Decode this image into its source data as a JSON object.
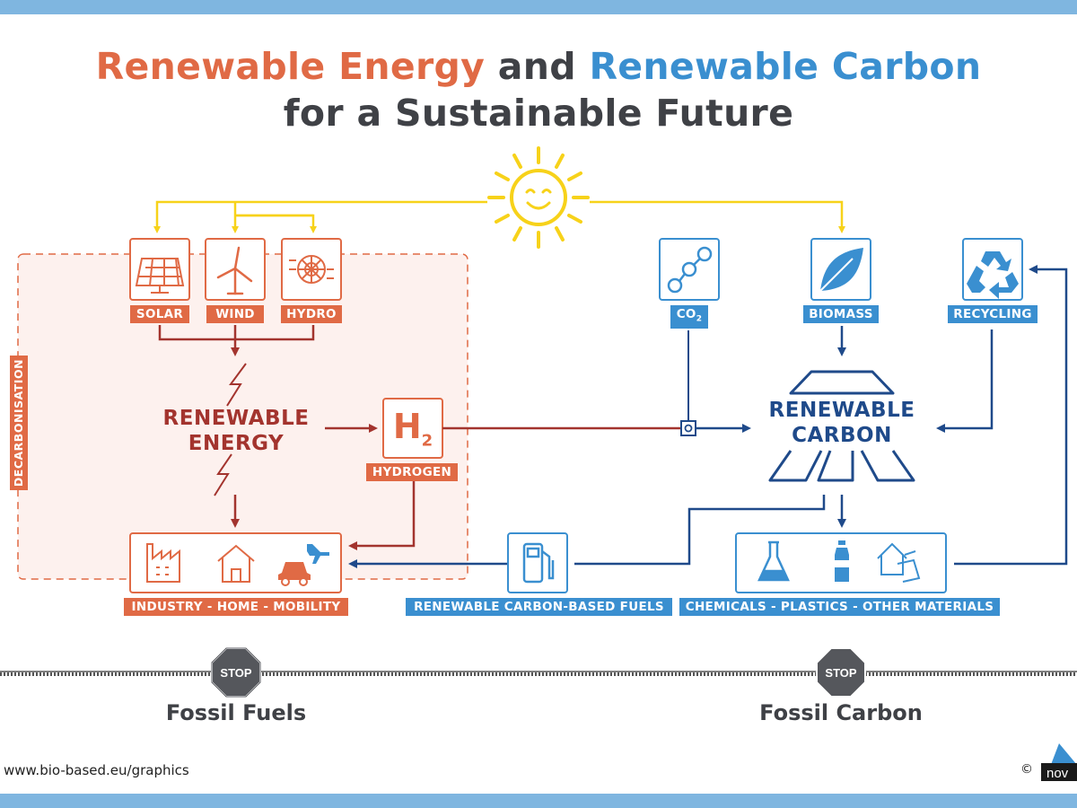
{
  "title": {
    "part1": "Renewable Energy",
    "part2": "and",
    "part3": "Renewable Carbon",
    "line2": "for a Sustainable Future"
  },
  "energy_sources": {
    "solar": "SOLAR",
    "wind": "WIND",
    "hydro": "HYDRO"
  },
  "carbon_sources": {
    "co2": "CO",
    "co2_sub": "2",
    "biomass": "BIOMASS",
    "recycling": "RECYCLING"
  },
  "center": {
    "renewable_energy_1": "RENEWABLE",
    "renewable_energy_2": "ENERGY",
    "renewable_carbon_1": "RENEWABLE",
    "renewable_carbon_2": "CARBON",
    "h2": "H",
    "h2_sub": "2",
    "hydrogen": "HYDROGEN"
  },
  "side_label": "DECARBONISATION",
  "outputs": {
    "industry": "INDUSTRY - HOME - MOBILITY",
    "fuels": "RENEWABLE CARBON-BASED FUELS",
    "chemicals": "CHEMICALS - PLASTICS - OTHER MATERIALS"
  },
  "stop": {
    "sign_text": "STOP",
    "fossil_fuels": "Fossil Fuels",
    "fossil_carbon": "Fossil Carbon"
  },
  "footer": {
    "url": "www.bio-based.eu/graphics",
    "copyright": "©",
    "logo_text": "nov"
  },
  "colors": {
    "orange": "#e06a45",
    "dark_red": "#a3342e",
    "blue": "#3a8fd0",
    "navy": "#1f4a8a",
    "sun": "#f7d21a",
    "text": "#3f4146"
  }
}
